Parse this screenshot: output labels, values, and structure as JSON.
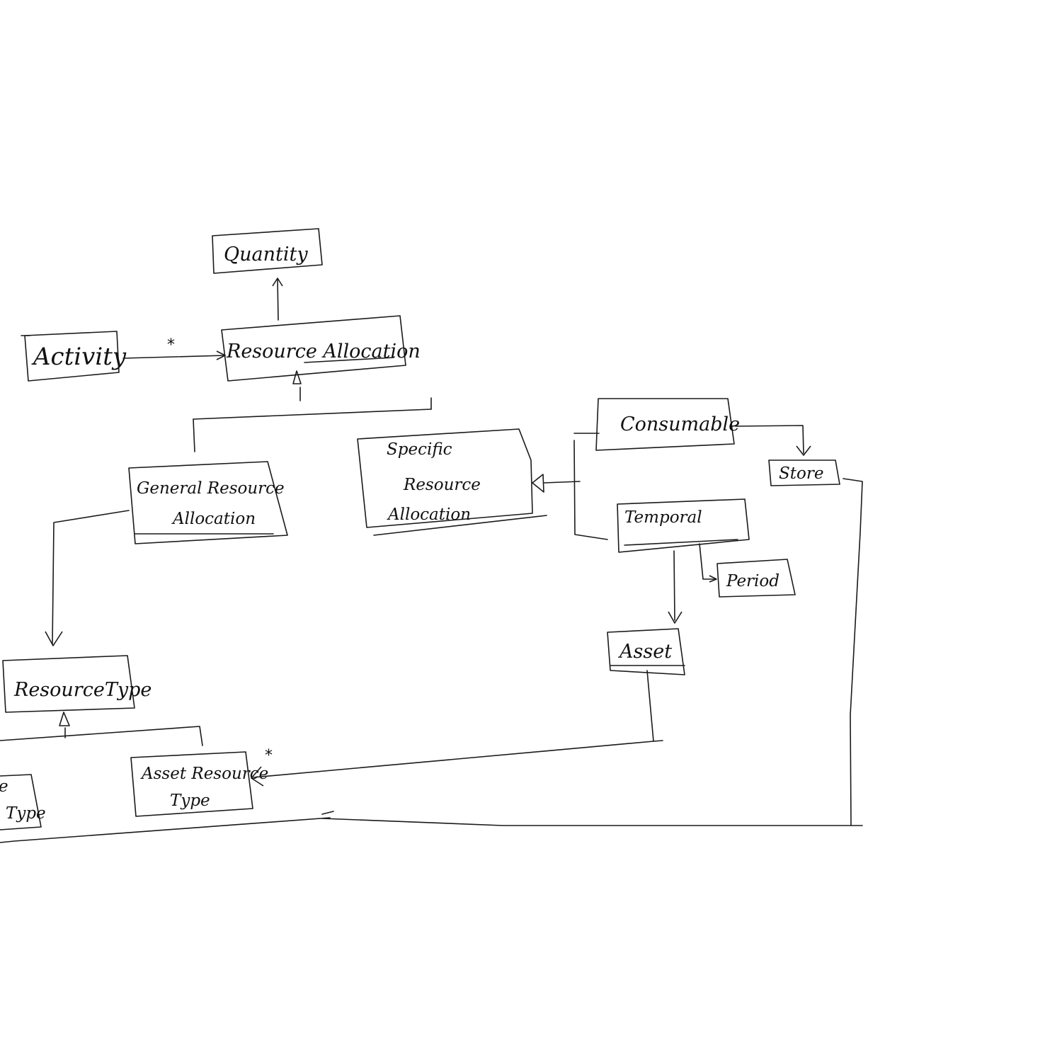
{
  "diagram": {
    "classes": {
      "quantity": "Quantity",
      "activity": "Activity",
      "resource_allocation": "Resource Allocation",
      "general_resource_allocation": [
        "General Resource",
        "Allocation"
      ],
      "specific_resource_allocation": [
        "Specific",
        "Resource",
        "Allocation"
      ],
      "consumable": "Consumable",
      "store": "Store",
      "temporal": "Temporal",
      "period": "Period",
      "asset": "Asset",
      "resource_type": "ResourceType",
      "asset_resource_type": [
        "Asset Resource",
        "Type"
      ],
      "partial_type_box": [
        "e",
        "Type"
      ]
    },
    "multiplicities": {
      "activity_to_allocation": "*",
      "asset_to_asset_resource_type": "*"
    }
  }
}
